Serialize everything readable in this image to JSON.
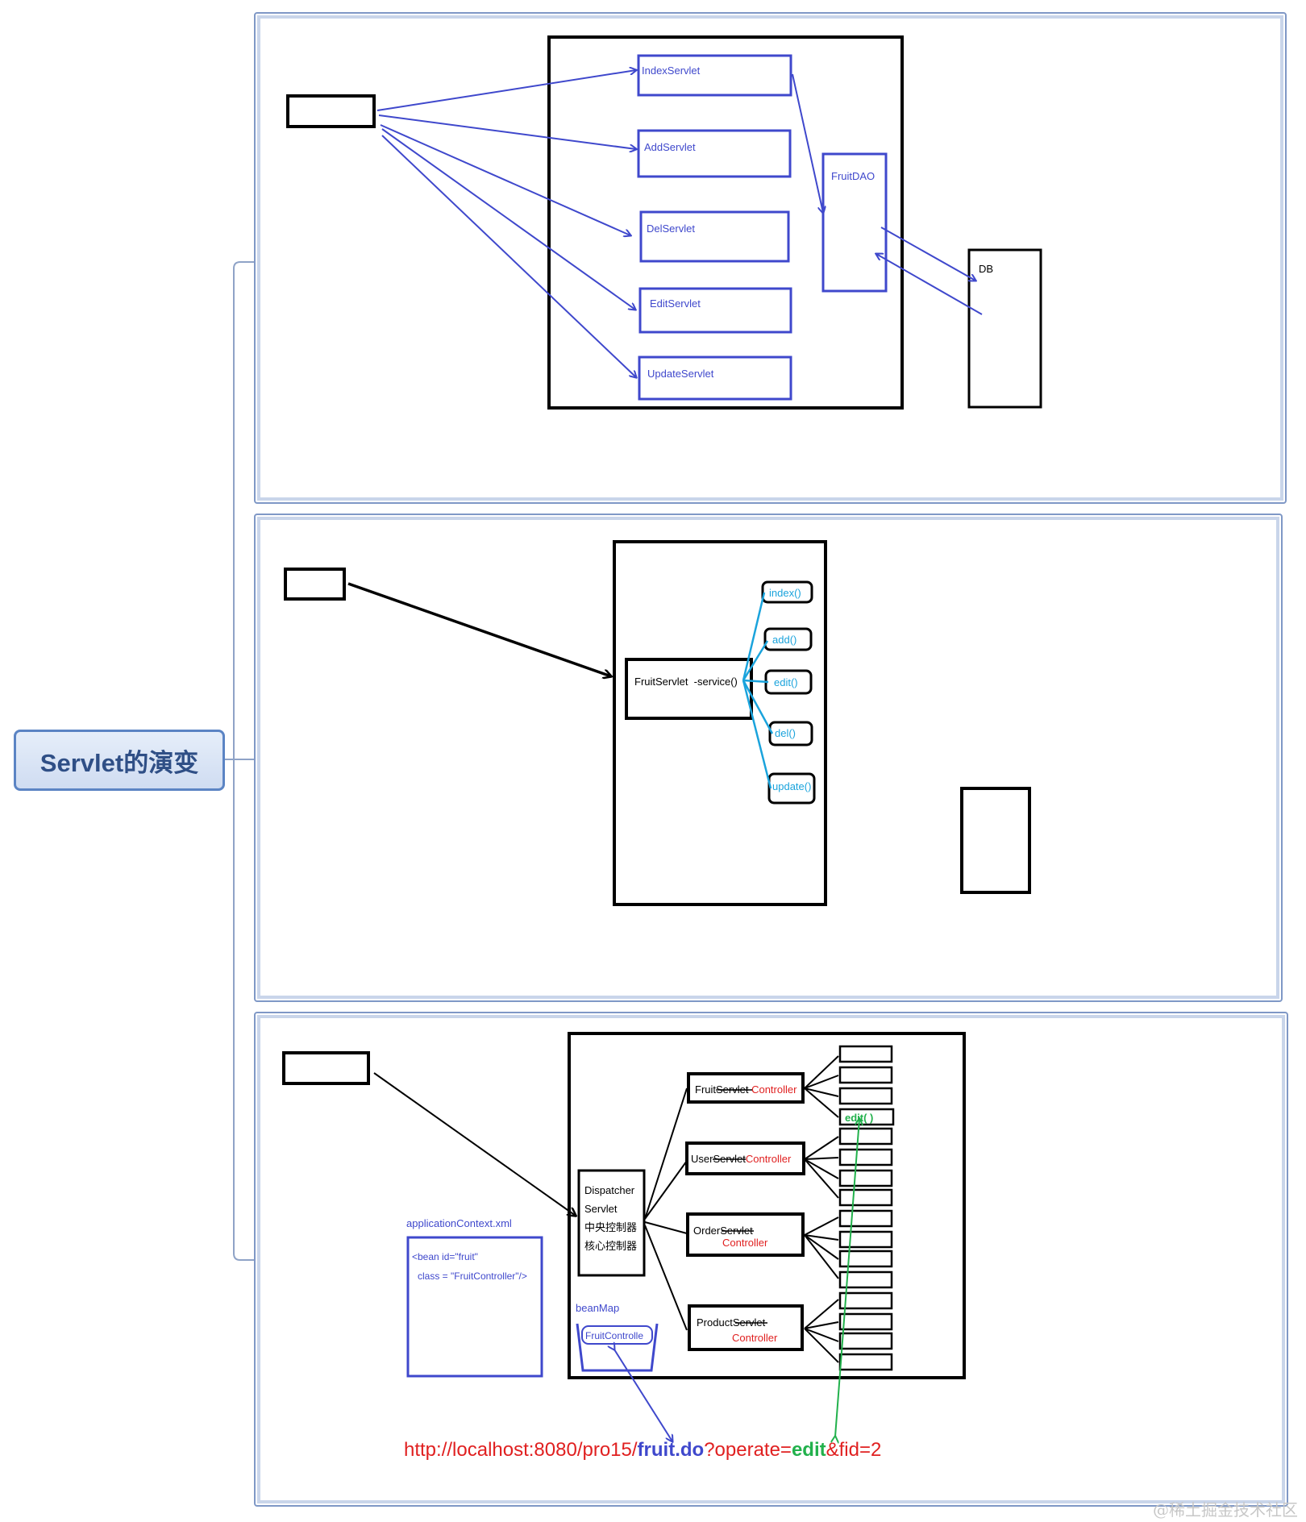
{
  "root": {
    "label": "Servlet的演变"
  },
  "panel1": {
    "servlets": [
      "IndexServlet",
      "AddServlet",
      "DelServlet",
      "EditServlet",
      "UpdateServlet"
    ],
    "dao_label": "FruitDAO",
    "db_label": "DB"
  },
  "panel2": {
    "servlet_label": "FruitServlet  -service()",
    "methods": [
      "index()",
      "add()",
      "edit()",
      "del()",
      "update()"
    ]
  },
  "panel3": {
    "dispatcher_lines": [
      "Dispatcher",
      "Servlet",
      "中央控制器",
      "核心控制器"
    ],
    "controllers": [
      {
        "prefix": "Fruit",
        "struck": "Servlet",
        "suffix": " Controller"
      },
      {
        "prefix": "User",
        "struck": "Servlet",
        "suffix": "Controller"
      },
      {
        "prefix": "Order",
        "struck": "Servlet",
        "suffix": "Controller"
      },
      {
        "prefix": "Product",
        "struck": "Servlet",
        "suffix": "Controller"
      }
    ],
    "method_highlight": "edit( )",
    "xml_title": "applicationContext.xml",
    "xml_line1": "<bean id=\"fruit\"",
    "xml_line2": "class = \"FruitController\"/>",
    "beanmap_label": "beanMap",
    "beanmap_item": "FruitControlle",
    "url": {
      "part1": "http://localhost:8080/pro15/",
      "part2": "fruit.do",
      "part3": "?operate=",
      "part4": "edit",
      "part5": "&fid=2"
    }
  },
  "watermark": "@稀土掘金技术社区",
  "colors": {
    "blue_line": "#3f48cc",
    "cyan_line": "#1aa3dc",
    "red_text": "#e02020",
    "green": "#22b14c",
    "panel_border": "#7f98c6",
    "root_fill": "#dbe5f5",
    "root_text": "#2f4f86"
  }
}
